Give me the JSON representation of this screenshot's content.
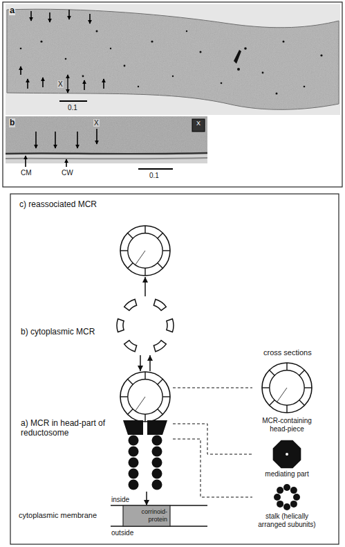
{
  "diagram": {
    "nodes": [
      {
        "text": [
          "c) reassociated MCR"
        ]
      },
      {
        "text": [
          "b) cytoplasmic MCR"
        ]
      },
      {
        "text": [
          "a) MCR in head-part of reductosome"
        ]
      },
      {
        "text": [
          "corrinoid-protein"
        ]
      },
      {
        "text": [
          "MCR-containing head-piece"
        ]
      },
      {
        "text": [
          "mediating part"
        ]
      },
      {
        "text": [
          "stalk (helically arranged subunits)"
        ]
      }
    ],
    "edges": [
      {
        "from": 1,
        "to": 0,
        "arrow": "to"
      },
      {
        "from": 1,
        "to": 2,
        "arrow": "to"
      },
      {
        "from": 2,
        "to": 1,
        "arrow": "to"
      },
      {
        "from": 2,
        "to": 3,
        "arrow": "to"
      },
      {
        "from": 2,
        "to": 4,
        "arrow": "none"
      },
      {
        "from": 2,
        "to": 5,
        "arrow": "none"
      },
      {
        "from": 2,
        "to": 6,
        "arrow": "none"
      }
    ],
    "labels": [
      "a",
      "X",
      "0.1",
      "b",
      "X",
      "X",
      "CM",
      "CW",
      "0.1",
      "cross sections",
      "cytoplasmic membrane",
      "inside",
      "outside"
    ]
  }
}
